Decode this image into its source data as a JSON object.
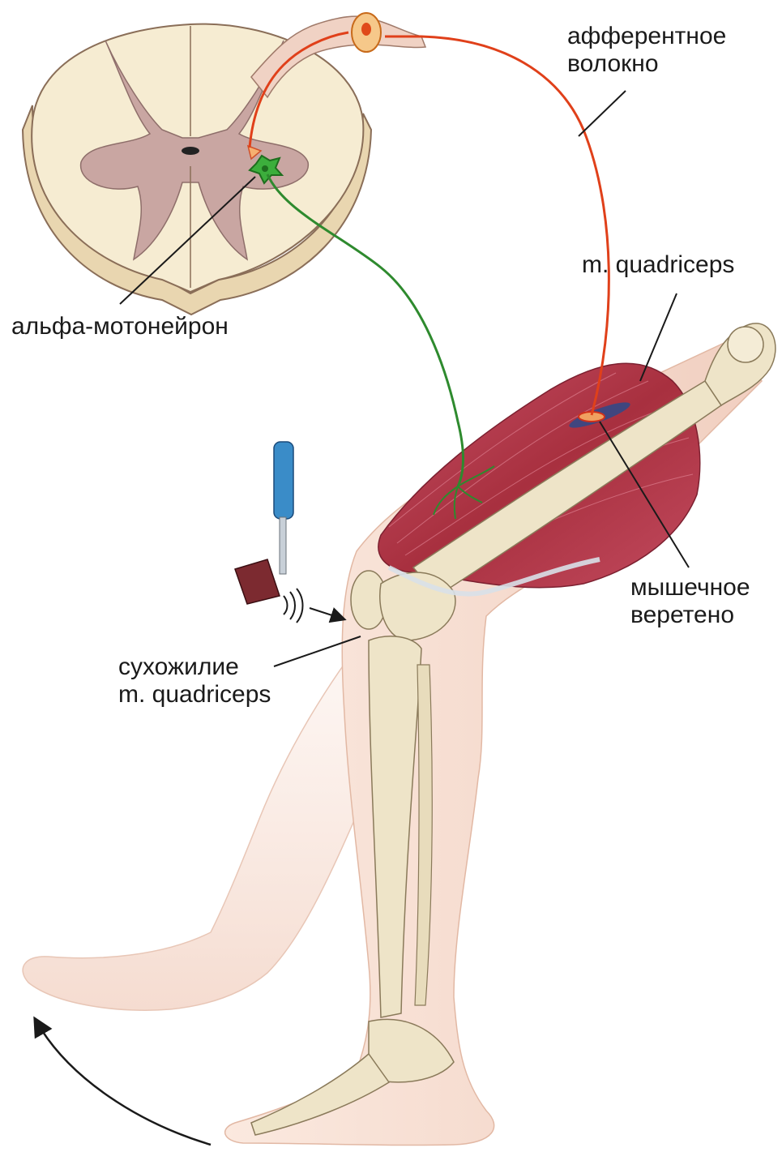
{
  "labels": {
    "afferent_fiber": {
      "line1": "афферентное",
      "line2": "волокно"
    },
    "alpha_motoneuron": "альфа-мотонейрон",
    "quadriceps": "m. quadriceps",
    "muscle_spindle": {
      "line1": "мышечное",
      "line2": "веретено"
    },
    "tendon": {
      "line1": "сухожилие",
      "line2": "m. quadriceps"
    }
  },
  "colors": {
    "afferent_fiber": "#e0401a",
    "motor_fiber": "#2e8a2e",
    "motoneuron": "#3cae3c",
    "grey_matter": "#c9a6a2",
    "white_matter": "#f6ecd2",
    "muscle": "#b23a4c",
    "bone": "#eee4c8",
    "skin": "#f7ddd0",
    "hammer_handle": "#3a8cc8",
    "hammer_head": "#7c2a30"
  },
  "icons": [
    "reflex-hammer-icon",
    "sound-wave-icon",
    "tap-arrow-icon",
    "kick-motion-arrow-icon"
  ]
}
